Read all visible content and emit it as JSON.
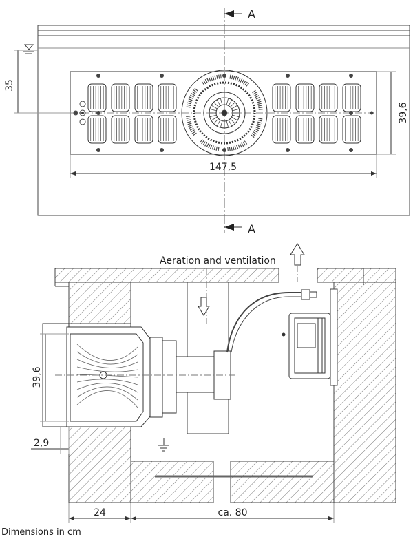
{
  "section_label_top": "A",
  "section_label_bottom": "A",
  "plan_view": {
    "dim_depth": "35",
    "dim_height": "39,6",
    "dim_width": "147,5"
  },
  "section_view": {
    "airflow_label": "Aeration and ventilation",
    "dim_height": "39,6",
    "dim_offset": "2,9",
    "dim_wall": "24",
    "dim_length": "ca. 80"
  },
  "caption": "Dimensions in cm"
}
